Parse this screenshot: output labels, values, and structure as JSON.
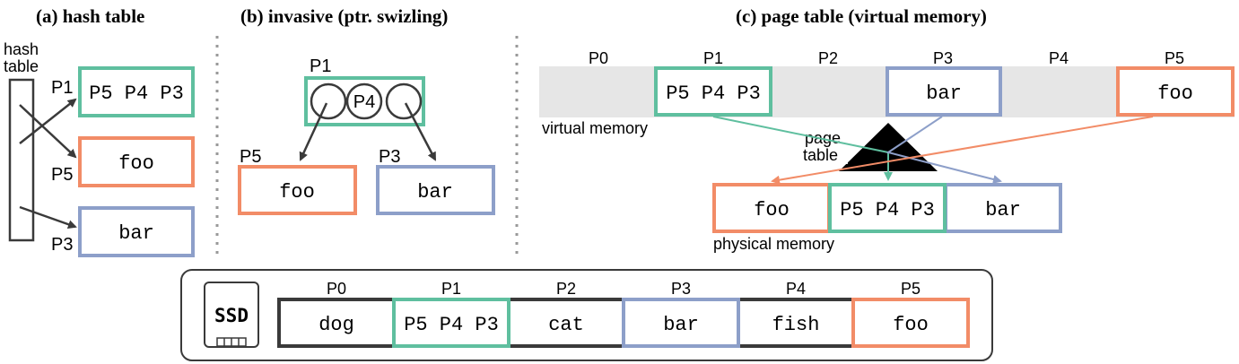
{
  "colors": {
    "green": "#5fbf9f",
    "orange": "#f28c67",
    "blue": "#8d9fc9",
    "dark": "#3a3a3a",
    "gray": "#e6e6e6"
  },
  "panel_a": {
    "title": "(a) hash table",
    "hash_label_line1": "hash",
    "hash_label_line2": "table",
    "label_p1": "P1",
    "label_p5": "P5",
    "label_p3": "P3",
    "box_p1": "P5 P4 P3",
    "box_p5": "foo",
    "box_p3": "bar"
  },
  "panel_b": {
    "title": "(b) invasive (ptr. swizling)",
    "label_p1": "P1",
    "slot_p4": "P4",
    "label_p5": "P5",
    "label_p3": "P3",
    "box_p5": "foo",
    "box_p3": "bar"
  },
  "panel_c": {
    "title": "(c) page table (virtual memory)",
    "pages": [
      "P0",
      "P1",
      "P2",
      "P3",
      "P4",
      "P5"
    ],
    "virt_p1": "P5 P4 P3",
    "virt_p3": "bar",
    "virt_p5": "foo",
    "virtual_memory_label": "virtual memory",
    "page_table_line1": "page",
    "page_table_line2": "table",
    "phys_foo": "foo",
    "phys_p1": "P5 P4 P3",
    "phys_bar": "bar",
    "physical_memory_label": "physical memory"
  },
  "ssd": {
    "icon_text": "SSD",
    "pages": [
      "P0",
      "P1",
      "P2",
      "P3",
      "P4",
      "P5"
    ],
    "cells": [
      "dog",
      "P5 P4 P3",
      "cat",
      "bar",
      "fish",
      "foo"
    ]
  }
}
